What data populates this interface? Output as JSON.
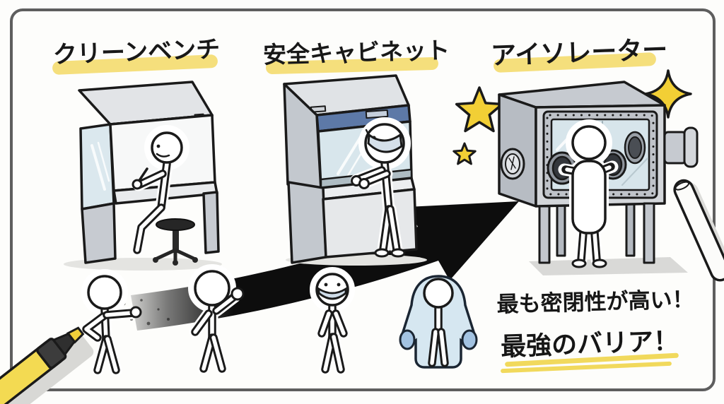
{
  "panels": [
    {
      "id": "clean-bench",
      "title": "クリーンベンチ"
    },
    {
      "id": "safety-cabinet",
      "title": "安全キャビネット"
    },
    {
      "id": "isolator",
      "title": "アイソレーター"
    }
  ],
  "caption": {
    "line1": "最も密閉性が高い！",
    "line2": "最強のバリア！"
  },
  "figures": [
    {
      "id": "person-no-ppe-1",
      "ppe": "none"
    },
    {
      "id": "person-no-ppe-2",
      "ppe": "none"
    },
    {
      "id": "person-with-mask",
      "ppe": "face mask"
    },
    {
      "id": "person-in-suit",
      "ppe": "full protective suit with gloves"
    }
  ],
  "colors": {
    "highlight_yellow": "#f5df7c",
    "underline_yellow": "#f1d95c",
    "star_yellow": "#f2cf35",
    "marker_yellow": "#f3da52",
    "ink_black": "#1a1a1a",
    "arrow_black": "#0d0d0d",
    "border_grey": "#5e5e5e",
    "cabinet_grey": "#c9cdd3",
    "cabinet_light": "#e3e5e8",
    "glass_blue": "#d8e6ec",
    "band_blue": "#5d79a7",
    "mask_blue": "#d5e0ea",
    "suit_blue": "#d6e7f1",
    "glove_blue": "#a3c3e2"
  }
}
